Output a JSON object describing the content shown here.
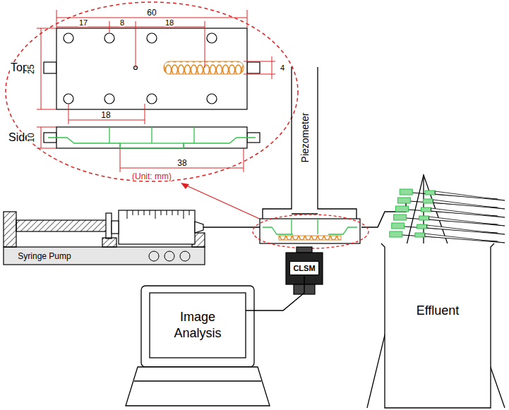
{
  "diagram": {
    "nodes": [
      {
        "text": [
          "Syringe Pump"
        ]
      },
      {
        "text": [
          "Piezometer"
        ]
      },
      {
        "text": [
          "CLSM"
        ]
      },
      {
        "text": [
          "Image Analysis"
        ]
      },
      {
        "text": [
          "Effluent"
        ]
      }
    ],
    "edges": [
      {
        "from": 2,
        "to": 3,
        "arrow": "none"
      }
    ],
    "labels": [
      "60",
      "17",
      "8",
      "18",
      "Top",
      "25",
      "4",
      "18",
      "Side",
      "10",
      "38",
      "(Unit: mm)"
    ]
  }
}
